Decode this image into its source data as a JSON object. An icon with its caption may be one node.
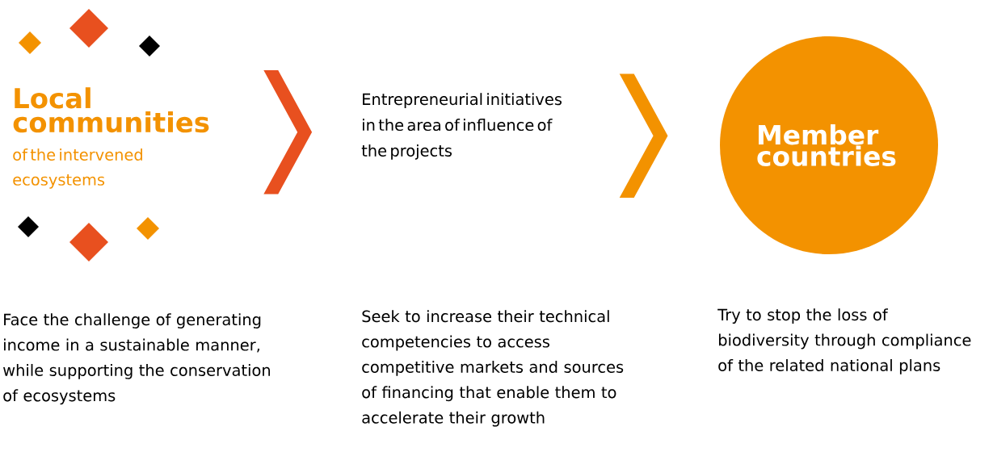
{
  "diagram": {
    "nodes": [
      {
        "text": [
          "Local communities",
          "of the intervened ecosystems"
        ]
      },
      {
        "text": [
          "Entrepreneurial initiatives in the area of influence of the projects"
        ]
      },
      {
        "text": [
          "Member countries"
        ]
      }
    ],
    "edges": [
      {
        "from": 0,
        "to": 1,
        "arrow": "to",
        "color": "#e8501f"
      },
      {
        "from": 1,
        "to": 2,
        "arrow": "to",
        "color": "#f39200"
      }
    ],
    "labels": [
      "Face the challenge of generating income in a sustainable manner, while supporting the conservation of ecosystems",
      "Seek to increase their technical competencies to access competitive markets and sources of financing that enable them to accelerate their growth",
      "Try to stop the loss of biodiversity through compliance of the related national plans"
    ]
  }
}
